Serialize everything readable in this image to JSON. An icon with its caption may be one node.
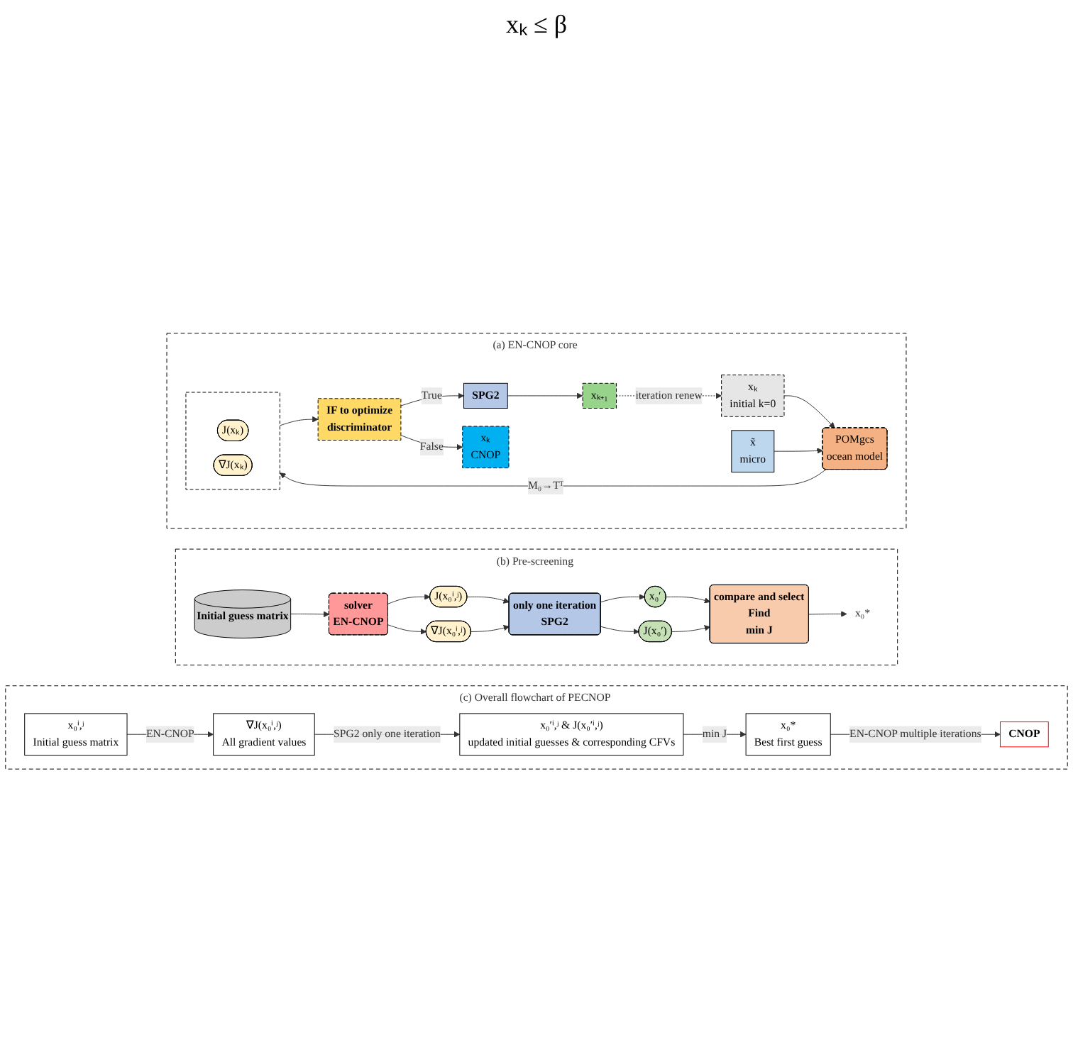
{
  "diagram": {
    "nodes": [
      {
        "text": [
          "(a) EN-CNOP core"
        ]
      },
      {
        "text": [
          "xₖ",
          "initial k=0"
        ],
        "in": 0
      },
      {
        "text": [
          "xₖ₊₁"
        ],
        "in": 0
      },
      {
        "text": [
          "SPG2"
        ],
        "in": 0
      },
      {
        "text": [
          "x̃",
          "micro"
        ],
        "in": 0
      },
      {
        "text": [
          "POMgcs",
          "ocean model"
        ],
        "in": 0
      },
      {
        "text": [],
        "shape": "box",
        "in": 0
      },
      {
        "text": [
          "J(xₖ)"
        ],
        "in": 6
      },
      {
        "text": [
          "∇J(xₖ)"
        ],
        "in": 6
      },
      {
        "text": [
          "IF to optimize",
          "discriminator"
        ],
        "in": 0
      },
      {
        "text": [
          "xₖ",
          "CNOP"
        ],
        "in": 0
      },
      {
        "text": [
          "(b) Pre-screening"
        ]
      },
      {
        "text": [
          "Initial guess matrix"
        ],
        "in": 11
      },
      {
        "text": [
          "solver",
          "EN-CNOP"
        ],
        "in": 11
      },
      {
        "text": [
          "J(x₀ⁱ,ʲ)"
        ],
        "in": 11
      },
      {
        "text": [
          "∇J(x₀ⁱ,ʲ)"
        ],
        "in": 11
      },
      {
        "text": [
          "only one iteration",
          "SPG2"
        ],
        "in": 11
      },
      {
        "text": [
          "x₀′"
        ],
        "in": 11
      },
      {
        "text": [
          "J(x₀′)"
        ],
        "in": 11
      },
      {
        "text": [
          "compare and select",
          "Find",
          "min J"
        ],
        "in": 11
      },
      {
        "text": [
          "x₀*"
        ],
        "in": 11
      },
      {
        "text": [
          "(c) Overall flowchart of PECNOP"
        ]
      },
      {
        "text": [
          "x₀ⁱ,ʲ",
          "Initial guess matrix"
        ],
        "in": 21
      },
      {
        "text": [
          "∇J(x₀ⁱ,ʲ)",
          "All gradient values"
        ],
        "in": 21
      },
      {
        "text": [
          "x₀′ⁱ,ʲ & J(x₀′ⁱ,ʲ)",
          "updated initial guesses & corresponding CFVs"
        ],
        "in": 21
      },
      {
        "text": [
          "x₀*",
          "Best first guess"
        ],
        "in": 21
      },
      {
        "text": [
          "CNOP"
        ],
        "in": 21
      }
    ],
    "edges": [
      {
        "from": 2,
        "to": 1,
        "arrow": "to",
        "label": "iteration renew",
        "style": "dashed"
      },
      {
        "from": 3,
        "to": 2,
        "arrow": "to"
      },
      {
        "from": 9,
        "to": 3,
        "arrow": "to",
        "label": "True"
      },
      {
        "from": 1,
        "to": 5,
        "arrow": "to"
      },
      {
        "from": 4,
        "to": 5,
        "arrow": "to"
      },
      {
        "from": 5,
        "to": 6,
        "arrow": "to",
        "label": "M₀→Tᵀ"
      },
      {
        "from": 6,
        "to": 9,
        "arrow": "to"
      },
      {
        "from": 9,
        "to": 10,
        "arrow": "to",
        "label": "False"
      },
      {
        "from": 12,
        "to": 13,
        "arrow": "to"
      },
      {
        "from": 13,
        "to": 14,
        "arrow": "to"
      },
      {
        "from": 13,
        "to": 15,
        "arrow": "to"
      },
      {
        "from": 14,
        "to": 16,
        "arrow": "to"
      },
      {
        "from": 15,
        "to": 16,
        "arrow": "to"
      },
      {
        "from": 16,
        "to": 17,
        "arrow": "to"
      },
      {
        "from": 16,
        "to": 18,
        "arrow": "to"
      },
      {
        "from": 17,
        "to": 19,
        "arrow": "to"
      },
      {
        "from": 18,
        "to": 19,
        "arrow": "to"
      },
      {
        "from": 19,
        "to": 20,
        "arrow": "to"
      },
      {
        "from": 22,
        "to": 23,
        "arrow": "to",
        "label": "EN-CNOP"
      },
      {
        "from": 23,
        "to": 24,
        "arrow": "to",
        "label": "SPG2 only one iteration"
      },
      {
        "from": 24,
        "to": 25,
        "arrow": "to",
        "label": "min J"
      },
      {
        "from": 25,
        "to": 26,
        "arrow": "to",
        "label": "EN-CNOP multiple iterations"
      }
    ],
    "labels": [
      "xₖ ≤ β"
    ]
  }
}
